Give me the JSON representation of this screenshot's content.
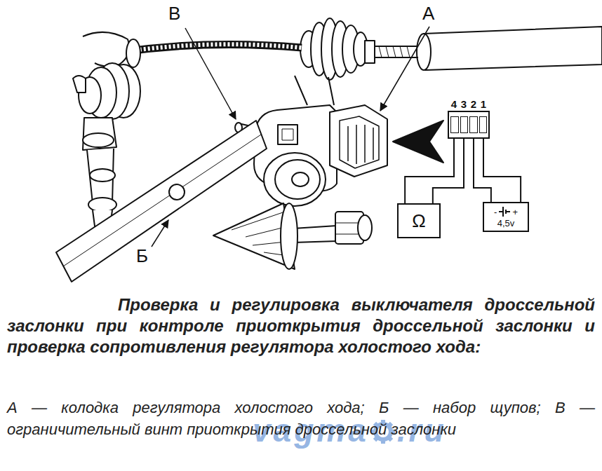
{
  "diagram": {
    "caption": "Проверка и регулировка выключателя дроссельной заслонки при контроле приоткрытия дроссельной заслонки и проверка сопротивления регулятора холостого хода:",
    "nodes": [
      {
        "text": [
          "4",
          "3",
          "2",
          "1"
        ]
      },
      {
        "text": [
          "Ω"
        ]
      },
      {
        "text": [
          "-",
          "+",
          "4,5v"
        ]
      }
    ],
    "edges": [
      {
        "from": 0,
        "to": 1,
        "arrow": "none"
      },
      {
        "from": 0,
        "to": 1,
        "arrow": "none"
      },
      {
        "from": 0,
        "to": 2,
        "arrow": "none"
      },
      {
        "from": 0,
        "to": 2,
        "arrow": "none"
      }
    ],
    "labels": [
      "В",
      "А",
      "Б",
      "А — колодка регулятора холостого хода; Б — набор щупов; В — ограничительный винт приоткрытия дроссельной заслонки",
      "vagma",
      ".ru"
    ]
  }
}
